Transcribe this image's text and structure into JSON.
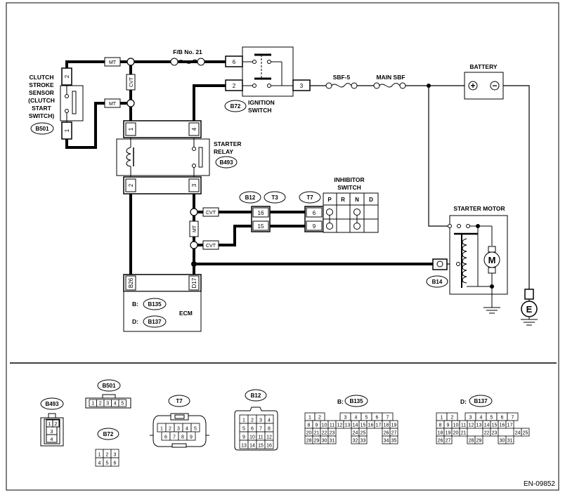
{
  "diagram": {
    "fuse": "F/B No. 21",
    "fuse_sbf5": "SBF-5",
    "fuse_main": "MAIN SBF",
    "battery": "BATTERY",
    "battery_plus": "+",
    "battery_minus": "−",
    "clutch_sensor": [
      "CLUTCH",
      "STROKE",
      "SENSOR",
      "(CLUTCH",
      "START",
      "SWITCH)"
    ],
    "clutch_code": "B501",
    "clutch_pins": [
      "2",
      "1"
    ],
    "mt": "MT",
    "cvt": "CVT",
    "ignition": [
      "IGNITION",
      "SWITCH"
    ],
    "ignition_code": "B72",
    "ignition_pins": [
      "6",
      "2",
      "3"
    ],
    "relay": [
      "STARTER",
      "RELAY"
    ],
    "relay_code": "B493",
    "relay_pins": [
      "1",
      "4",
      "2",
      "3"
    ],
    "inhibitor": [
      "INHIBITOR",
      "SWITCH"
    ],
    "inhibitor_cols": [
      "P",
      "R",
      "N",
      "D"
    ],
    "inh_codes": [
      "B12",
      "T3",
      "T7"
    ],
    "inh_pins_b12": [
      "16",
      "15"
    ],
    "inh_pins_t7": [
      "6",
      "9"
    ],
    "starter_motor": "STARTER MOTOR",
    "motor_symbol": "M",
    "ground_symbol": "E",
    "b14": "B14",
    "ecm": "ECM",
    "ecm_pins": [
      "B26",
      "D17"
    ],
    "ecm_b_label": "B:",
    "ecm_b_code": "B135",
    "ecm_d_label": "D:",
    "ecm_d_code": "B137"
  },
  "connectors": {
    "b493": {
      "code": "B493",
      "pins": [
        "1",
        "2",
        "3",
        "4"
      ]
    },
    "b501": {
      "code": "B501",
      "pins": [
        "1",
        "2",
        "3",
        "4",
        "5"
      ]
    },
    "b72": {
      "code": "B72",
      "pins": [
        "1",
        "2",
        "3",
        "4",
        "5",
        "6"
      ]
    },
    "t7": {
      "code": "T7",
      "pins": [
        "1",
        "2",
        "3",
        "4",
        "5",
        "6",
        "7",
        "8",
        "9"
      ]
    },
    "b12": {
      "code": "B12",
      "pins": [
        "1",
        "2",
        "3",
        "4",
        "5",
        "6",
        "7",
        "8",
        "9",
        "10",
        "11",
        "12",
        "13",
        "14",
        "15",
        "16"
      ]
    },
    "b135": {
      "label": "B:",
      "code": "B135",
      "rows": [
        [
          "1",
          "2",
          "",
          "",
          "3",
          "4",
          "5",
          "6",
          "7"
        ],
        [
          "8",
          "9",
          "10",
          "11",
          "12",
          "13",
          "14",
          "15",
          "16",
          "17",
          "18",
          "19"
        ],
        [
          "20",
          "21",
          "22",
          "23",
          "",
          "",
          "24",
          "25",
          "",
          "",
          "26",
          "27"
        ],
        [
          "28",
          "29",
          "30",
          "31",
          "",
          "",
          "32",
          "33",
          "",
          "",
          "34",
          "35"
        ]
      ]
    },
    "b137": {
      "label": "D:",
      "code": "B137",
      "rows": [
        [
          "1",
          "2",
          "",
          "3",
          "4",
          "5",
          "6",
          "7"
        ],
        [
          "8",
          "9",
          "10",
          "11",
          "12",
          "13",
          "14",
          "15",
          "16",
          "17"
        ],
        [
          "18",
          "19",
          "20",
          "21",
          "",
          "",
          "22",
          "23",
          "",
          "",
          "24",
          "25"
        ],
        [
          "26",
          "27",
          "",
          "",
          "28",
          "29",
          "",
          "",
          "30",
          "31"
        ]
      ]
    }
  },
  "doc_id": "EN-09852"
}
